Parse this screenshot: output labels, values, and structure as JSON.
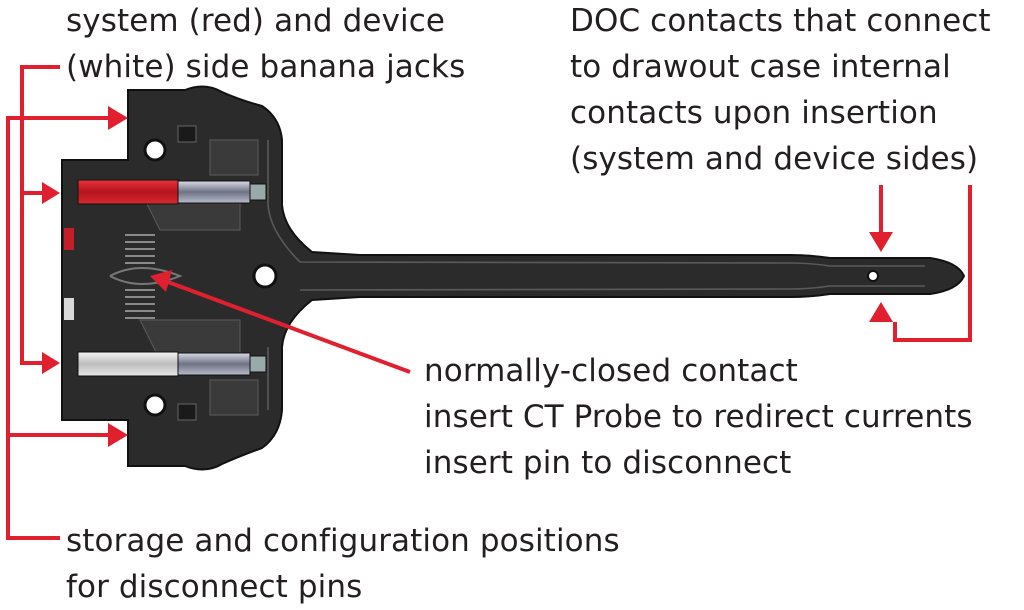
{
  "labels": {
    "banana_jacks": [
      "system (red) and device",
      "(white) side banana jacks"
    ],
    "doc_contacts": [
      "DOC contacts that connect",
      "to drawout case internal",
      "contacts upon insertion",
      "(system and device sides)"
    ],
    "nc_contact": [
      "normally-closed contact",
      "insert CT Probe to redirect currents",
      "insert pin to disconnect"
    ],
    "storage": [
      "storage and configuration positions",
      "for disconnect pins"
    ]
  },
  "colors": {
    "arrow": "#e0202e",
    "body": "#2b2b2b",
    "jack_red": "#d41f26",
    "jack_white": "#e6e6e6",
    "text": "#231f20"
  }
}
